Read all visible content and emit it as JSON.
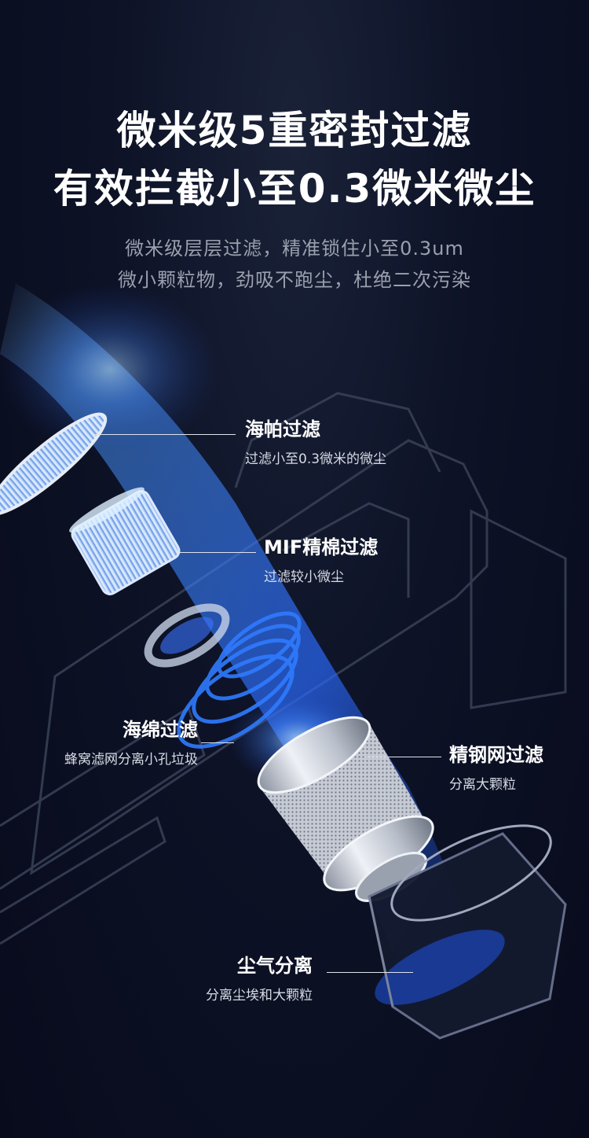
{
  "header": {
    "title_line1": "微米级5重密封过滤",
    "title_line2": "有效拦截小至0.3微米微尘",
    "subtitle_line1": "微米级层层过滤，精准锁住小至0.3um",
    "subtitle_line2": "微小颗粒物，劲吸不跑尘，杜绝二次污染"
  },
  "labels": {
    "hepa": {
      "title": "海帕过滤",
      "desc": "过滤小至0.3微米的微尘"
    },
    "mif": {
      "title": "MIF精棉过滤",
      "desc": "过滤较小微尘"
    },
    "sponge": {
      "title": "海绵过滤",
      "desc": "蜂窝滤网分离小孔垃圾"
    },
    "steel": {
      "title": "精钢网过滤",
      "desc": "分离大颗粒"
    },
    "cyclone": {
      "title": "尘气分离",
      "desc": "分离尘埃和大颗粒"
    }
  },
  "colors": {
    "background": "#0a0e22",
    "airflow_blue": "#2a6bff",
    "glow_cyan": "#8fd0ff",
    "steel": "#c9ced8"
  }
}
